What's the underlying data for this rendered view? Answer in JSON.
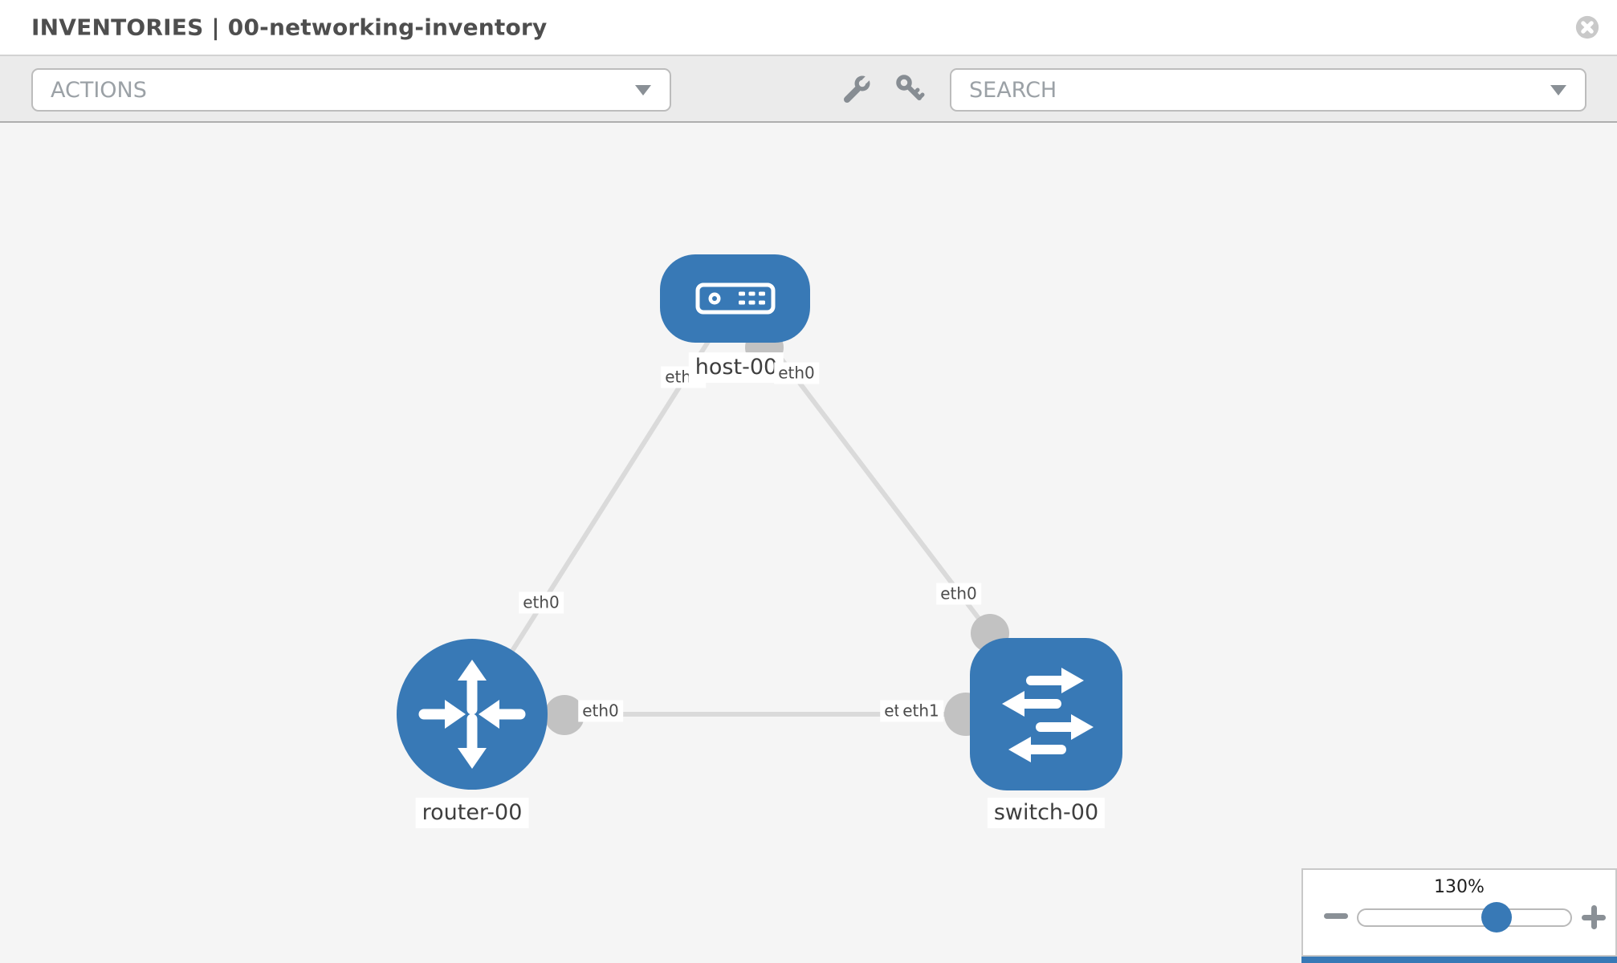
{
  "header": {
    "title": "INVENTORIES | 00-networking-inventory"
  },
  "toolbar": {
    "actions_placeholder": "ACTIONS",
    "search_placeholder": "SEARCH"
  },
  "topology": {
    "nodes": [
      {
        "type": "host",
        "label": "host-00"
      },
      {
        "type": "router",
        "label": "router-00"
      },
      {
        "type": "switch",
        "label": "switch-00"
      }
    ],
    "links": [
      {
        "from": "host-00",
        "to": "router-00"
      },
      {
        "from": "host-00",
        "to": "switch-00"
      },
      {
        "from": "router-00",
        "to": "switch-00"
      }
    ],
    "interface_labels": {
      "host_to_router": "eth0",
      "host_to_switch": "eth0",
      "router_on_host_link": "eth0",
      "switch_on_host_link": "eth0",
      "router_to_switch": "eth0",
      "switch_back_label": "eth0",
      "switch_to_router": "eth1"
    }
  },
  "zoom_control": {
    "level": "130%"
  },
  "colors": {
    "node_blue": "#3879b6",
    "link_gray": "#dadada",
    "interface_gray": "#c2c2c2",
    "icon_gray": "#878d93"
  }
}
